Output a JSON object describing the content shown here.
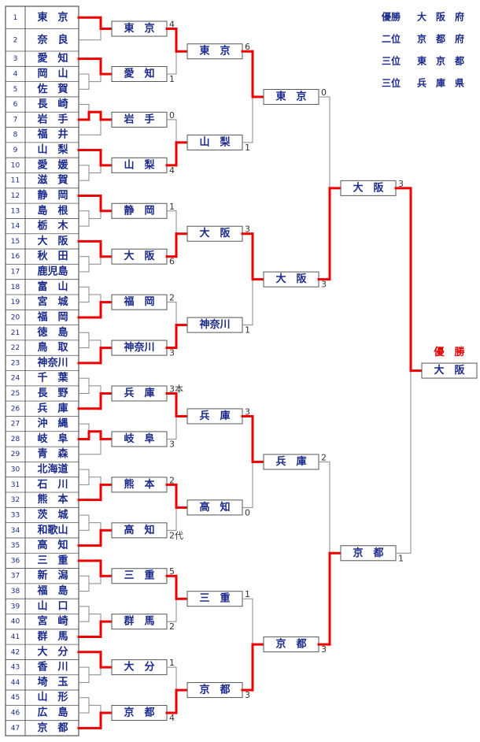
{
  "colors": {
    "win": "#ee0000",
    "lose": "#888888",
    "text": "#1a2a8a",
    "border": "#555555"
  },
  "teams": [
    {
      "num": "1",
      "name": "東　京"
    },
    {
      "num": "2",
      "name": "奈　良"
    },
    {
      "num": "3",
      "name": "愛　知"
    },
    {
      "num": "4",
      "name": "岡　山"
    },
    {
      "num": "5",
      "name": "佐　賀"
    },
    {
      "num": "6",
      "name": "長　崎"
    },
    {
      "num": "7",
      "name": "岩　手"
    },
    {
      "num": "8",
      "name": "福　井"
    },
    {
      "num": "9",
      "name": "山　梨"
    },
    {
      "num": "10",
      "name": "愛　媛"
    },
    {
      "num": "11",
      "name": "滋　賀"
    },
    {
      "num": "12",
      "name": "静　岡"
    },
    {
      "num": "13",
      "name": "島　根"
    },
    {
      "num": "14",
      "name": "栃　木"
    },
    {
      "num": "15",
      "name": "大　阪"
    },
    {
      "num": "16",
      "name": "秋　田"
    },
    {
      "num": "17",
      "name": "鹿児島"
    },
    {
      "num": "18",
      "name": "富　山"
    },
    {
      "num": "19",
      "name": "宮　城"
    },
    {
      "num": "20",
      "name": "福　岡"
    },
    {
      "num": "21",
      "name": "徳　島"
    },
    {
      "num": "22",
      "name": "鳥　取"
    },
    {
      "num": "23",
      "name": "神奈川"
    },
    {
      "num": "24",
      "name": "千　葉"
    },
    {
      "num": "25",
      "name": "長　野"
    },
    {
      "num": "26",
      "name": "兵　庫"
    },
    {
      "num": "27",
      "name": "沖　縄"
    },
    {
      "num": "28",
      "name": "岐　阜"
    },
    {
      "num": "29",
      "name": "青　森"
    },
    {
      "num": "30",
      "name": "北海道"
    },
    {
      "num": "31",
      "name": "石　川"
    },
    {
      "num": "32",
      "name": "熊　本"
    },
    {
      "num": "33",
      "name": "茨　城"
    },
    {
      "num": "34",
      "name": "和歌山"
    },
    {
      "num": "35",
      "name": "高　知"
    },
    {
      "num": "36",
      "name": "三　重"
    },
    {
      "num": "37",
      "name": "新　潟"
    },
    {
      "num": "38",
      "name": "福　島"
    },
    {
      "num": "39",
      "name": "山　口"
    },
    {
      "num": "40",
      "name": "宮　崎"
    },
    {
      "num": "41",
      "name": "群　馬"
    },
    {
      "num": "42",
      "name": "大　分"
    },
    {
      "num": "43",
      "name": "香　川"
    },
    {
      "num": "44",
      "name": "埼　玉"
    },
    {
      "num": "45",
      "name": "山　形"
    },
    {
      "num": "46",
      "name": "広　島"
    },
    {
      "num": "47",
      "name": "京　都"
    }
  ],
  "round1": [
    {
      "name": "東　京",
      "score": "4"
    },
    {
      "name": "愛　知",
      "score": "1"
    },
    {
      "name": "岩　手",
      "score": "0"
    },
    {
      "name": "山　梨",
      "score": "4"
    },
    {
      "name": "静　岡",
      "score": "1"
    },
    {
      "name": "大　阪",
      "score": "6"
    },
    {
      "name": "福　岡",
      "score": "2"
    },
    {
      "name": "神奈川",
      "score": "3"
    },
    {
      "name": "兵　庫",
      "score": "3本"
    },
    {
      "name": "岐　阜",
      "score": "3"
    },
    {
      "name": "熊　本",
      "score": "2"
    },
    {
      "name": "高　知",
      "score": "2代"
    },
    {
      "name": "三　重",
      "score": "5"
    },
    {
      "name": "群　馬",
      "score": "2"
    },
    {
      "name": "大　分",
      "score": "1"
    },
    {
      "name": "京　都",
      "score": "4"
    }
  ],
  "round2": [
    {
      "name": "東　京",
      "score": "6"
    },
    {
      "name": "山　梨",
      "score": "1"
    },
    {
      "name": "大　阪",
      "score": "3"
    },
    {
      "name": "神奈川",
      "score": "1"
    },
    {
      "name": "兵　庫",
      "score": "3"
    },
    {
      "name": "高　知",
      "score": "0"
    },
    {
      "name": "三　重",
      "score": "1"
    },
    {
      "name": "京　都",
      "score": "3"
    }
  ],
  "round3": [
    {
      "name": "東　京",
      "score": "0"
    },
    {
      "name": "大　阪",
      "score": "3"
    },
    {
      "name": "兵　庫",
      "score": "2"
    },
    {
      "name": "京　都",
      "score": "3"
    }
  ],
  "round4": [
    {
      "name": "大　阪",
      "score": "3"
    },
    {
      "name": "京　都",
      "score": "1"
    }
  ],
  "champion": {
    "label": "優　勝",
    "name": "大　阪"
  },
  "results": [
    {
      "rank": "優勝",
      "name": "大　阪　府"
    },
    {
      "rank": "二位",
      "name": "京　都　府"
    },
    {
      "rank": "三位",
      "name": "東　京　都"
    },
    {
      "rank": "三位",
      "name": "兵　庫　県"
    }
  ]
}
